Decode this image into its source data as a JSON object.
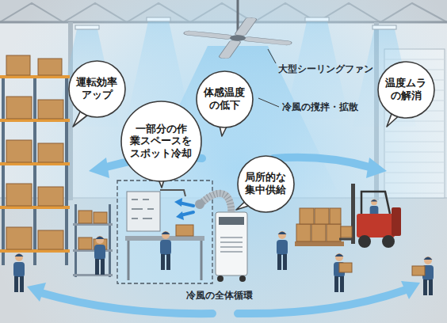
{
  "diagram": {
    "nodes": [
      {
        "text": [
          "運転効率 アップ"
        ]
      },
      {
        "text": [
          "体感温度 の低下"
        ]
      },
      {
        "text": [
          "温度ムラ の解消"
        ]
      },
      {
        "text": [
          "一部分の作 業スペースを スポット冷却"
        ]
      },
      {
        "text": [
          "局所的な 集中供給"
        ]
      }
    ],
    "labels": [
      "大型シーリングファン",
      "冷風の撹拌・拡散",
      "冷風の全体循環"
    ]
  }
}
